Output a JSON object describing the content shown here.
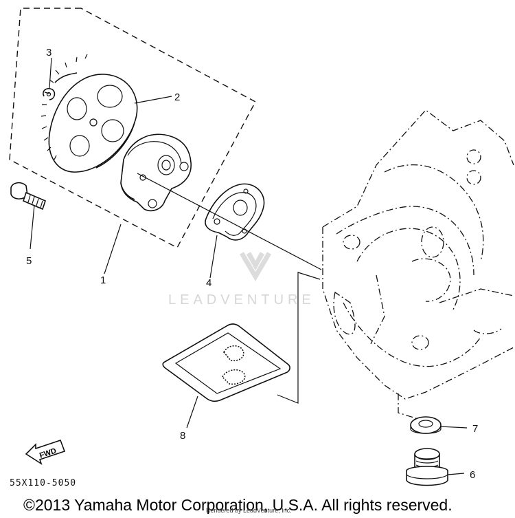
{
  "callouts": {
    "c1": "1",
    "c2": "2",
    "c3": "3",
    "c4": "4",
    "c5": "5",
    "c6": "6",
    "c7": "7",
    "c8": "8"
  },
  "fwd_label": "FWD",
  "drawing_code": "55X110-5050",
  "watermark": "LEADVENTURE",
  "watermark_small": "Rendered by LeadVenture, Inc.",
  "copyright": "©2013 Yamaha Motor Corporation, U.S.A. All rights reserved."
}
